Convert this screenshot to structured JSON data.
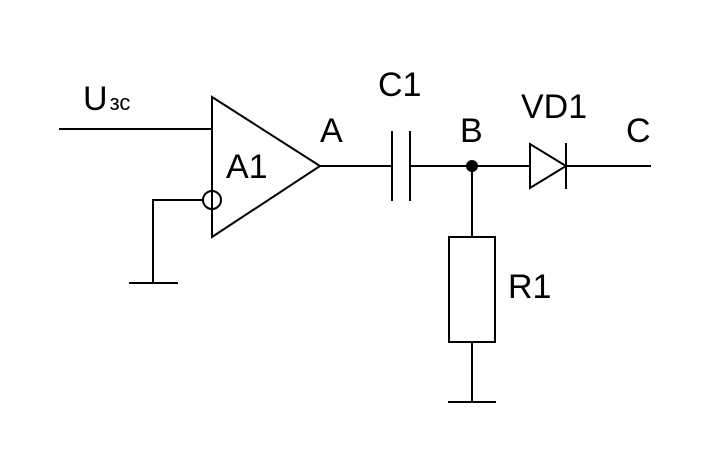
{
  "labels": {
    "input_main": "U",
    "input_sub": "зс",
    "amplifier": "A1",
    "node_a": "A",
    "capacitor": "C1",
    "node_b": "B",
    "diode": "VD1",
    "node_c": "C",
    "resistor": "R1"
  },
  "colors": {
    "line": "#000000",
    "background": "#ffffff"
  }
}
